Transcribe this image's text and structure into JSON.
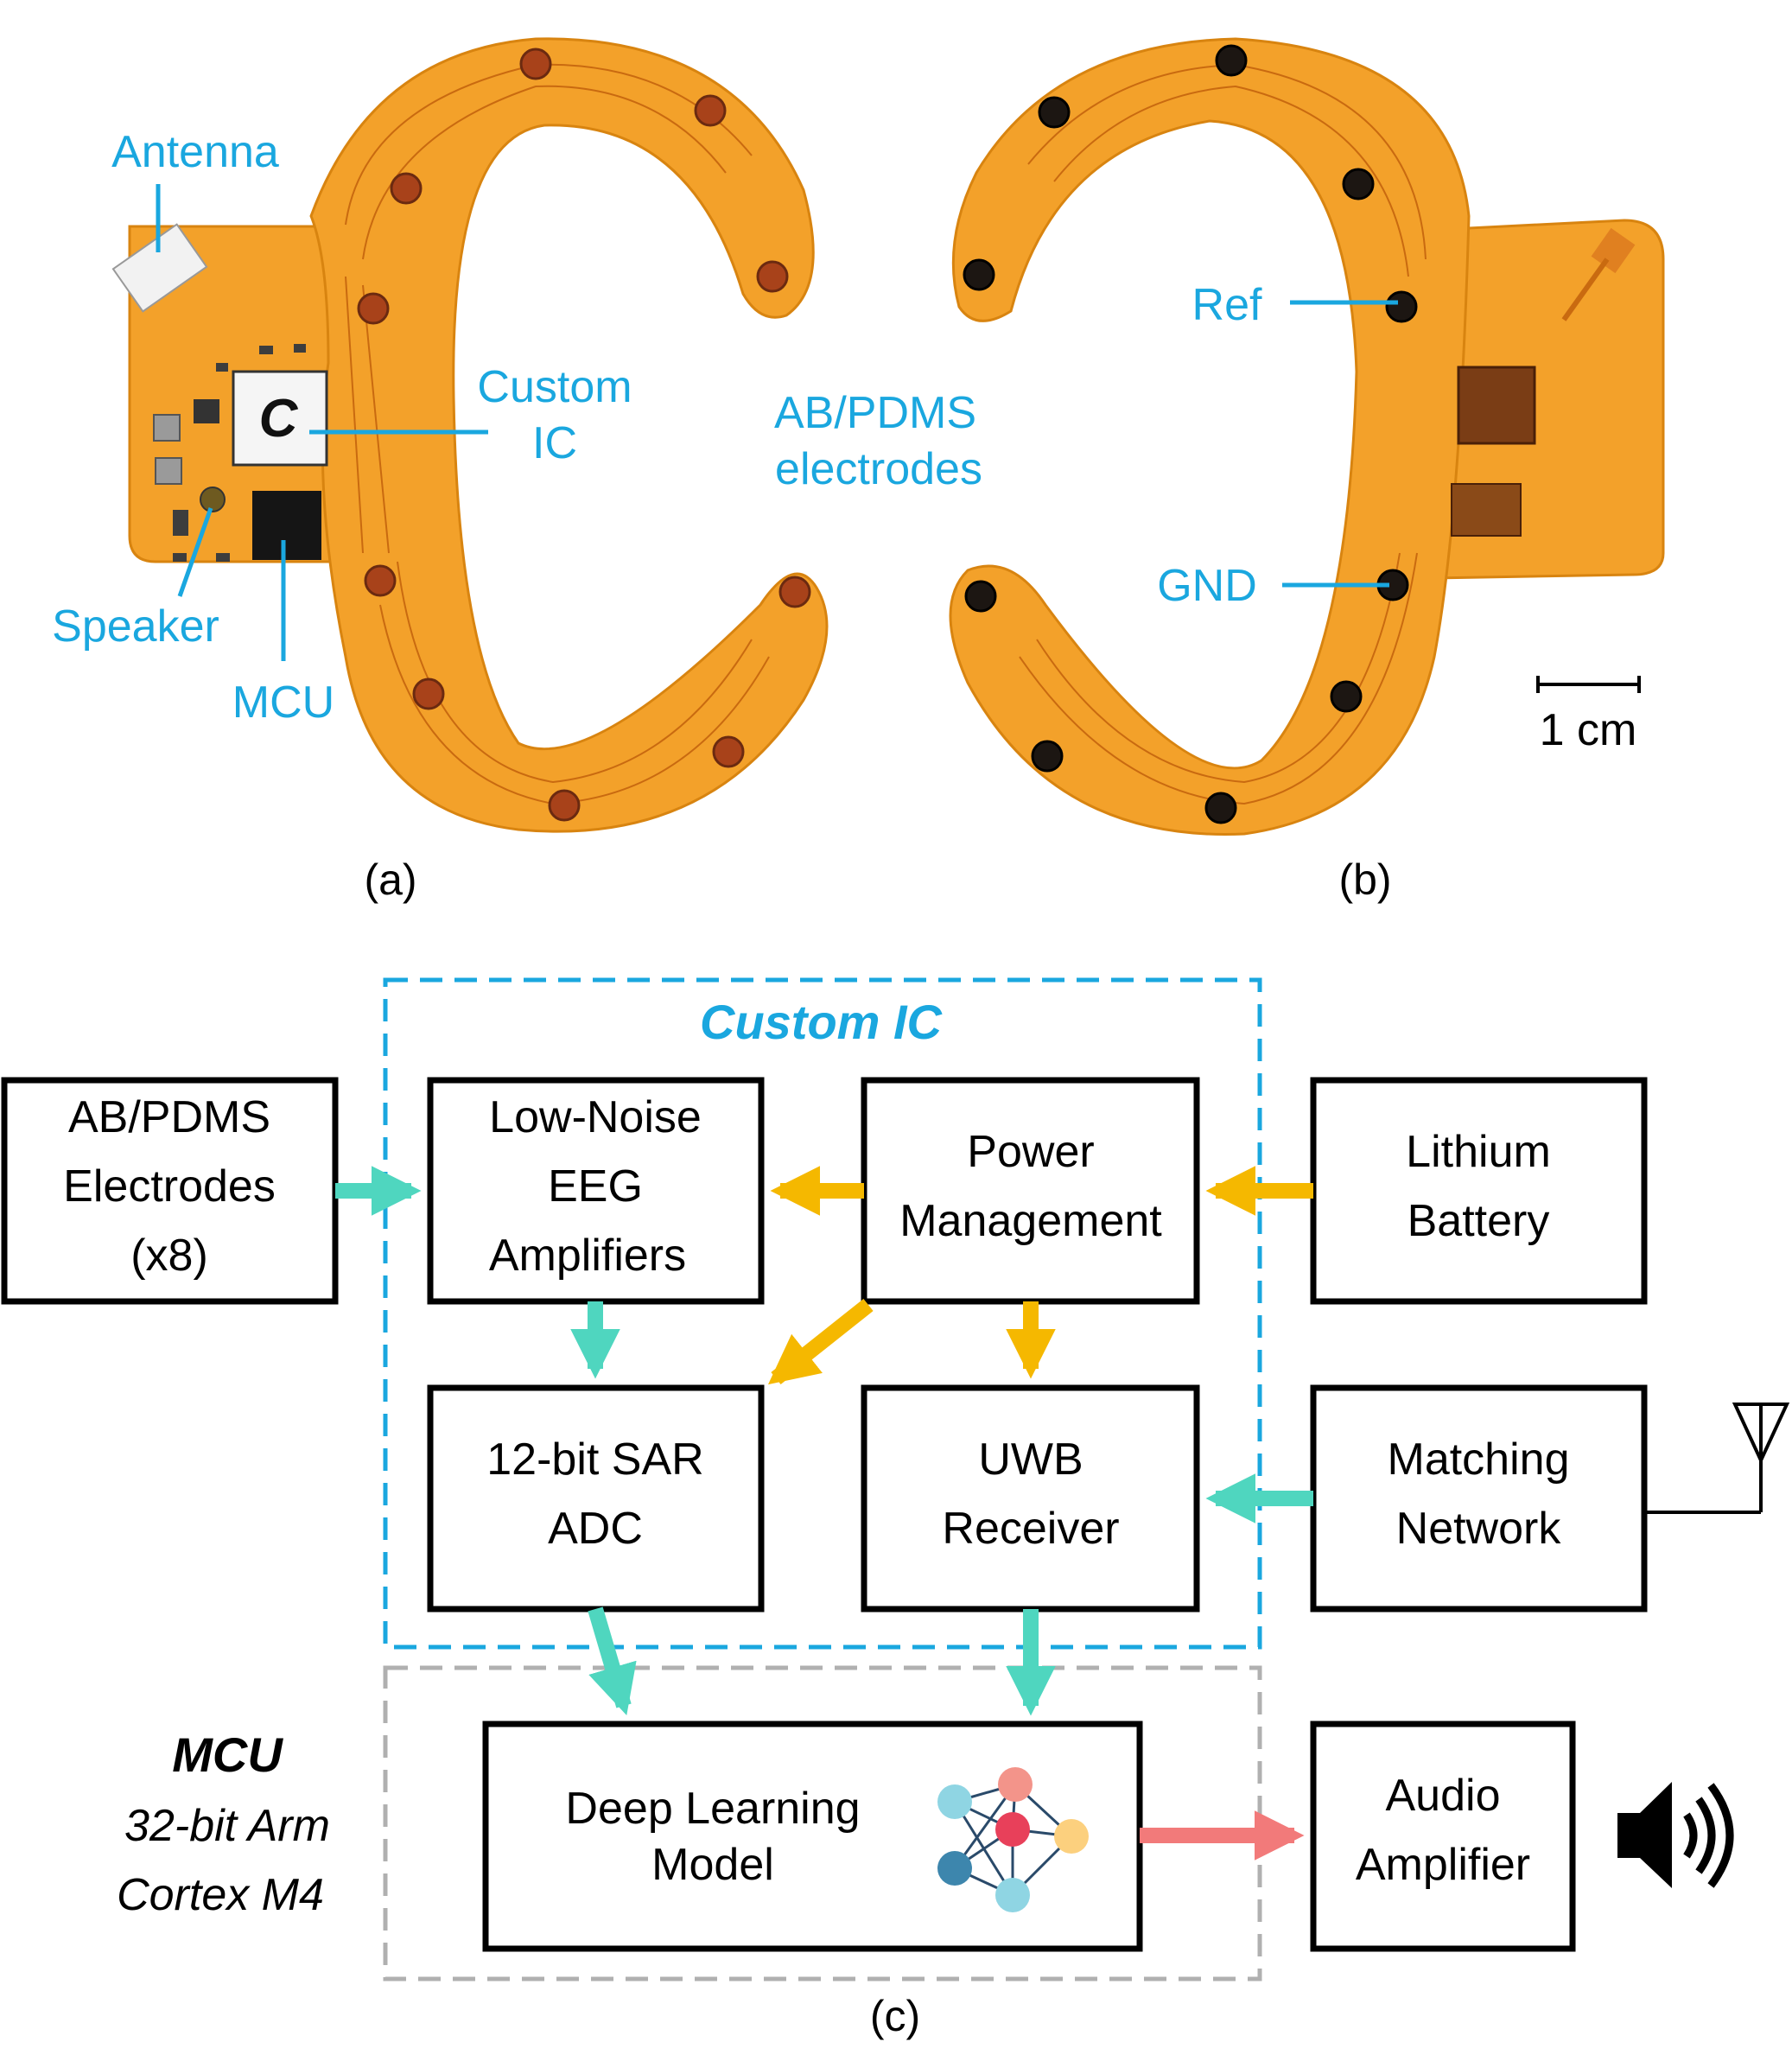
{
  "photo_a": {
    "caption": "(a)",
    "chip_marking": "C",
    "labels": {
      "antenna": "Antenna",
      "custom_ic_line1": "Custom",
      "custom_ic_line2": "IC",
      "speaker": "Speaker",
      "mcu": "MCU"
    }
  },
  "center_label": {
    "line1": "AB/PDMS",
    "line2": "electrodes"
  },
  "photo_b": {
    "caption": "(b)",
    "labels": {
      "ref": "Ref",
      "gnd": "GND"
    },
    "scale_bar": "1 cm"
  },
  "diagram": {
    "caption": "(c)",
    "custom_ic_title": "Custom IC",
    "mcu_title": "MCU",
    "mcu_sub1": "32-bit Arm",
    "mcu_sub2": "Cortex M4",
    "blocks": {
      "electrodes": [
        "AB/PDMS",
        "Electrodes",
        "(x8)"
      ],
      "amplifiers": [
        "Low-Noise",
        "EEG",
        "Amplifiers"
      ],
      "power": [
        "Power",
        "Management"
      ],
      "battery": [
        "Lithium",
        "Battery"
      ],
      "adc": [
        "12-bit SAR",
        "ADC"
      ],
      "uwb": [
        "UWB",
        "Receiver"
      ],
      "matching": [
        "Matching",
        "Network"
      ],
      "dl_model": [
        "Deep Learning",
        "Model"
      ],
      "audio": [
        "Audio",
        "Amplifier"
      ]
    },
    "colors": {
      "signal_arrow": "#4fd6bf",
      "power_arrow": "#f5b800",
      "audio_arrow": "#f27a7a",
      "custom_ic_border": "#1aa7df",
      "mcu_border": "#b0b0b0",
      "pcb_orange": "#f3a12a",
      "electrode_a": "#a8421a",
      "electrode_b": "#1c1612"
    },
    "icons": [
      "neural-network-icon",
      "speaker-icon",
      "antenna-icon"
    ]
  }
}
